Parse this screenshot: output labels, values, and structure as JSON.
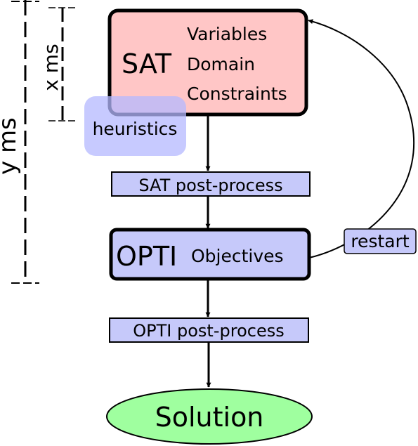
{
  "sat": {
    "title": "SAT",
    "items": [
      "Variables",
      "Domain",
      "Constraints"
    ],
    "fill": "#ffc6c6"
  },
  "heuristics": {
    "label": "heuristics",
    "fill": "#c9ccff"
  },
  "sat_post": {
    "label": "SAT post-process",
    "fill": "#c6c9fa"
  },
  "opti": {
    "title": "OPTI",
    "item": "Objectives",
    "fill": "#c6c9fa"
  },
  "opti_post": {
    "label": "OPTI post-process",
    "fill": "#c6c9fa"
  },
  "solution": {
    "label": "Solution",
    "fill": "#9fff9f"
  },
  "restart": {
    "label": "restart",
    "fill": "#c6c9fa"
  },
  "timing": {
    "x_label": "x ms",
    "y_label": "y ms"
  }
}
